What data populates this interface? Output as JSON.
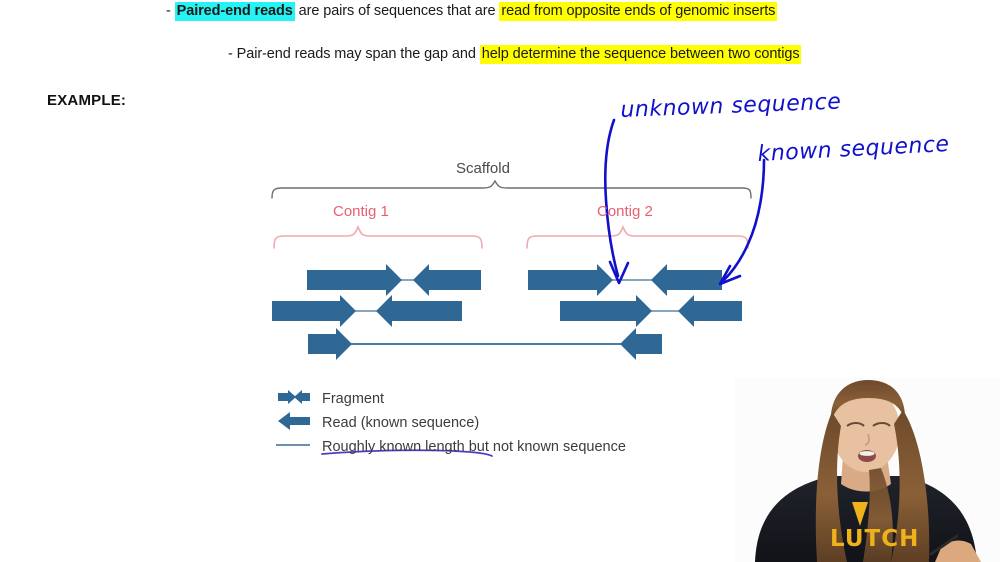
{
  "slide": {
    "bullets": [
      {
        "dash": "- ",
        "highlight_term": "Paired-end reads",
        "middle": " are pairs of sequences that are ",
        "highlight_tail": "read from opposite ends of genomic inserts",
        "highlight_term_color": "#25f3f3",
        "highlight_tail_color": "#ffff00"
      },
      {
        "dash": "- ",
        "text_before": "Pair-end reads may span the gap and ",
        "highlight_tail": "help determine the sequence between two contigs",
        "highlight_tail_color": "#ffff00"
      }
    ],
    "example_label": "EXAMPLE:"
  },
  "figure": {
    "scaffold_label": "Scaffold",
    "contig_labels": [
      "Contig 1",
      "Contig 2"
    ],
    "contig_color": "#e8606f",
    "scaffold_color": "#595959",
    "arrow_color": "#2f6795",
    "legend": [
      {
        "icon": "double-arrow-fragment-icon",
        "label": "Fragment"
      },
      {
        "icon": "left-arrow-read-icon",
        "label": "Read (known sequence)"
      },
      {
        "icon": "plain-line-icon",
        "label": "Roughly known length but not known sequence"
      }
    ],
    "read_rows": [
      {
        "name": "row-1",
        "left_pair": {
          "forward_from": 307,
          "forward_to": 398,
          "gap_to": 452,
          "reverse_to": 481
        },
        "right_pair": {
          "forward_from": 528,
          "forward_to": 612,
          "gap_to": 652,
          "reverse_to": 722
        }
      },
      {
        "name": "row-2",
        "left_pair": {
          "forward_from": 272,
          "forward_to": 352,
          "gap_to": 408,
          "reverse_to": 462
        },
        "right_pair": {
          "forward_from": 560,
          "forward_to": 650,
          "gap_to": 690,
          "reverse_to": 742
        }
      },
      {
        "name": "row-3",
        "span": {
          "forward_from": 308,
          "forward_to": 352,
          "gap_to": 622,
          "reverse_to": 662
        }
      }
    ]
  },
  "annotations": {
    "unknown_sequence": "unknown sequence",
    "known_sequence": "known sequence",
    "ink_color": "#1111cc"
  },
  "webcam": {
    "present": true,
    "shirt_text": "LUTCH"
  }
}
